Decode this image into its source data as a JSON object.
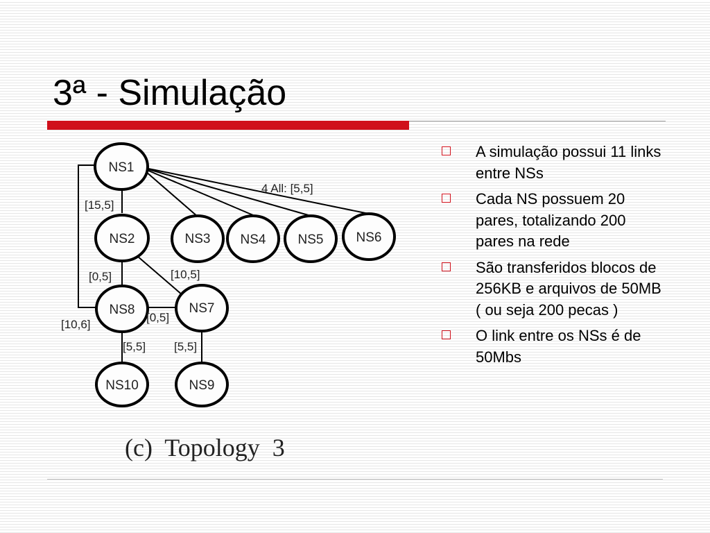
{
  "slide": {
    "title": "3ª - Simulação"
  },
  "diagram": {
    "nodes": [
      "NS1",
      "NS2",
      "NS3",
      "NS4",
      "NS5",
      "NS6",
      "NS7",
      "NS8",
      "NS9",
      "NS10"
    ],
    "edge_labels": {
      "ns1_ns2": "[15,5]",
      "ns1_all": "4 All: [5,5]",
      "ns2_ns8": "[0,5]",
      "ns2_ns7": "[10,5]",
      "ns8_ns7": "[0,5]",
      "ns1_ns8": "[10,6]",
      "ns8_ns10": "[5,5]",
      "ns7_ns9": "[5,5]"
    },
    "caption": "(c)  Topology  3"
  },
  "bullets": [
    "A simulação possui 11 links entre NSs",
    "Cada NS possuem 20 pares, totalizando 200 pares na rede",
    "São transferidos blocos de 256KB e arquivos de 50MB ( ou seja 200 pecas )",
    "O link entre os NSs é de 50Mbs"
  ],
  "colors": {
    "accent_red": "#d0101b",
    "rule_gray": "#9c9c9c"
  }
}
